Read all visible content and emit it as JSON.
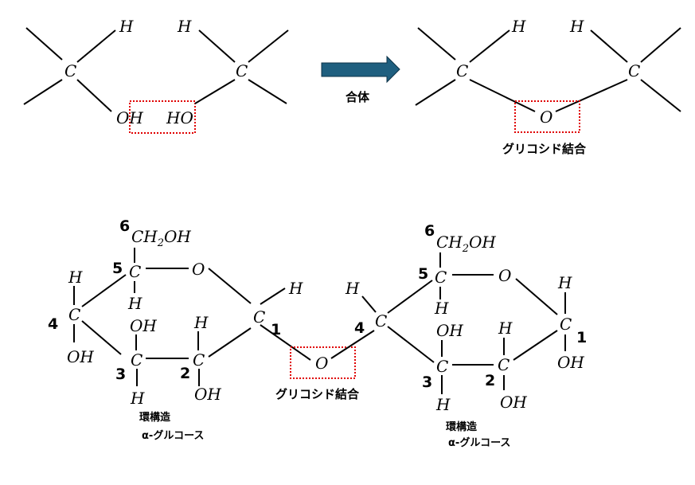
{
  "top": {
    "left_reactant": {
      "c1": "C",
      "h1": "H",
      "oh": "OH",
      "h2": "H",
      "c2": "C",
      "ho": "HO"
    },
    "arrow_label": "合体",
    "product": {
      "c1": "C",
      "h1": "H",
      "h2": "H",
      "c2": "C",
      "o": "O",
      "bond_label": "グリコシド結合"
    }
  },
  "bottom": {
    "left_ring": {
      "ch2oh_c": "CH",
      "ch2oh_sub": "2",
      "ch2oh_oh": "OH",
      "c5": "C",
      "h5": "H",
      "o_ring": "O",
      "c1": "C",
      "h1": "H",
      "c4": "C",
      "h4": "H",
      "oh4": "OH",
      "c3": "C",
      "oh3": "OH",
      "h3": "H",
      "c2": "C",
      "h2": "H",
      "oh2": "OH",
      "n6": "6",
      "n5": "5",
      "n4": "4",
      "n3": "3",
      "n2": "2",
      "n1": "1",
      "label1": "環構造",
      "label2": "α-グルコース"
    },
    "glycosidic_o": "O",
    "bond_label": "グリコシド結合",
    "right_ring": {
      "ch2oh_c": "CH",
      "ch2oh_sub": "2",
      "ch2oh_oh": "OH",
      "c5": "C",
      "h5": "H",
      "o_ring": "O",
      "c1": "C",
      "h1": "H",
      "oh1": "OH",
      "c4": "C",
      "h4": "H",
      "c3": "C",
      "oh3": "OH",
      "h3": "H",
      "c2": "C",
      "h2": "H",
      "oh2": "OH",
      "n6": "6",
      "n5": "5",
      "n4": "4",
      "n3": "3",
      "n2": "2",
      "n1": "1",
      "label1": "環構造",
      "label2": "α-グルコース"
    }
  },
  "colors": {
    "arrow": "#1f5f7f",
    "highlight_box": "#e00000"
  }
}
